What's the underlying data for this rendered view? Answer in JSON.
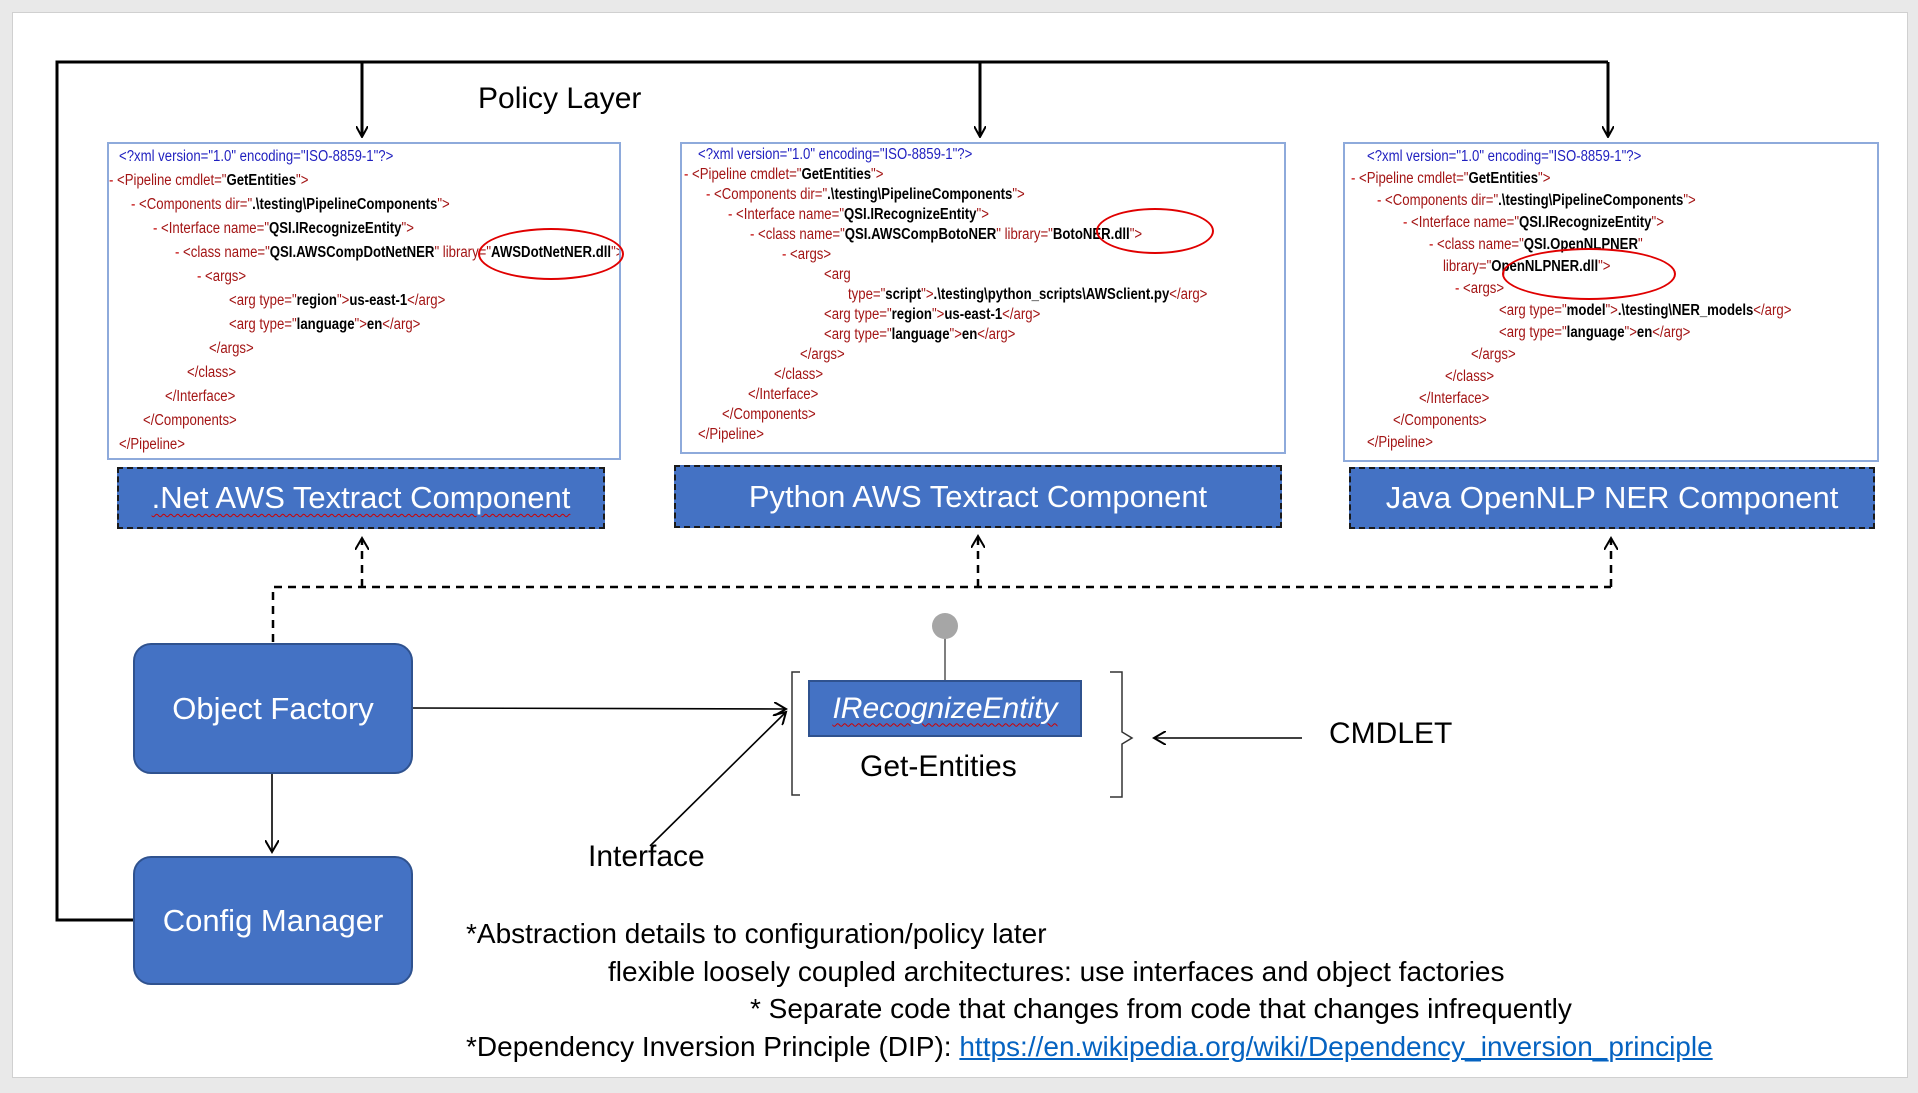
{
  "policy_layer_label": "Policy Layer",
  "xml_net": {
    "l1": "<?xml version=\"1.0\" encoding=\"ISO-8859-1\"?>",
    "dash": "-",
    "pipeline_open": "<Pipeline cmdlet=\"",
    "pipeline_value": "GetEntities",
    "tag_close": "\">",
    "components_open": "<Components dir=\"",
    "components_value": ".\\testing\\PipelineComponents",
    "interface_open": "<Interface name=\"",
    "interface_value": "QSI.IRecognizeEntity",
    "class_open": "<class name=\"",
    "class_value": "QSI.AWSCompDotNetNER",
    "library_attr": "\" library=\"",
    "library_value": "AWSDotNetNER.dll",
    "args_open": "<args>",
    "arg_region_open": "<arg type=\"",
    "arg_region_type": "region",
    "arg_region_value": "us-east-1",
    "arg_language_type": "language",
    "arg_language_value": "en",
    "arg_close": "</arg>",
    "args_close": "</args>",
    "class_close": "</class>",
    "interface_close": "</Interface>",
    "components_close": "</Components>",
    "pipeline_close": "</Pipeline>"
  },
  "xml_python": {
    "class_value": "QSI.AWSCompBotoNER",
    "library_value": "BotoNER.dll",
    "arg_open": "<arg",
    "script_type_prefix": "type=\"",
    "script_type": "script",
    "script_value": ".\\testing\\python_scripts\\AWSclient.py"
  },
  "xml_java": {
    "class_value": "QSI.OpenNLPNER",
    "library_prefix": "library=\"",
    "library_value": "OpenNLPNER.dll",
    "model_type": "model",
    "model_value": ".\\testing\\NER_models"
  },
  "components": {
    "net": ".Net AWS Textract Component",
    "python": "Python AWS Textract Component",
    "java": "Java OpenNLP NER Component"
  },
  "object_factory": "Object Factory",
  "config_manager": "Config Manager",
  "interface_box": "IRecognizeEntity",
  "get_entities": "Get-Entities",
  "cmdlet_label": "CMDLET",
  "interface_label": "Interface",
  "notes": {
    "line1": "*Abstraction details to configuration/policy later",
    "line2": "flexible loosely coupled architectures: use interfaces and object factories",
    "line3": "* Separate code that changes from code that changes infrequently",
    "line4_prefix": "*Dependency Inversion Principle (DIP): ",
    "line4_link": "https://en.wikipedia.org/wiki/Dependency_inversion_principle"
  },
  "colors": {
    "component_blue": "#4472c4",
    "xml_tag_blue": "#1f1fbf",
    "xml_dash_red": "#c00000",
    "link_blue": "#0563c1",
    "highlight_oval": "#e00000"
  }
}
